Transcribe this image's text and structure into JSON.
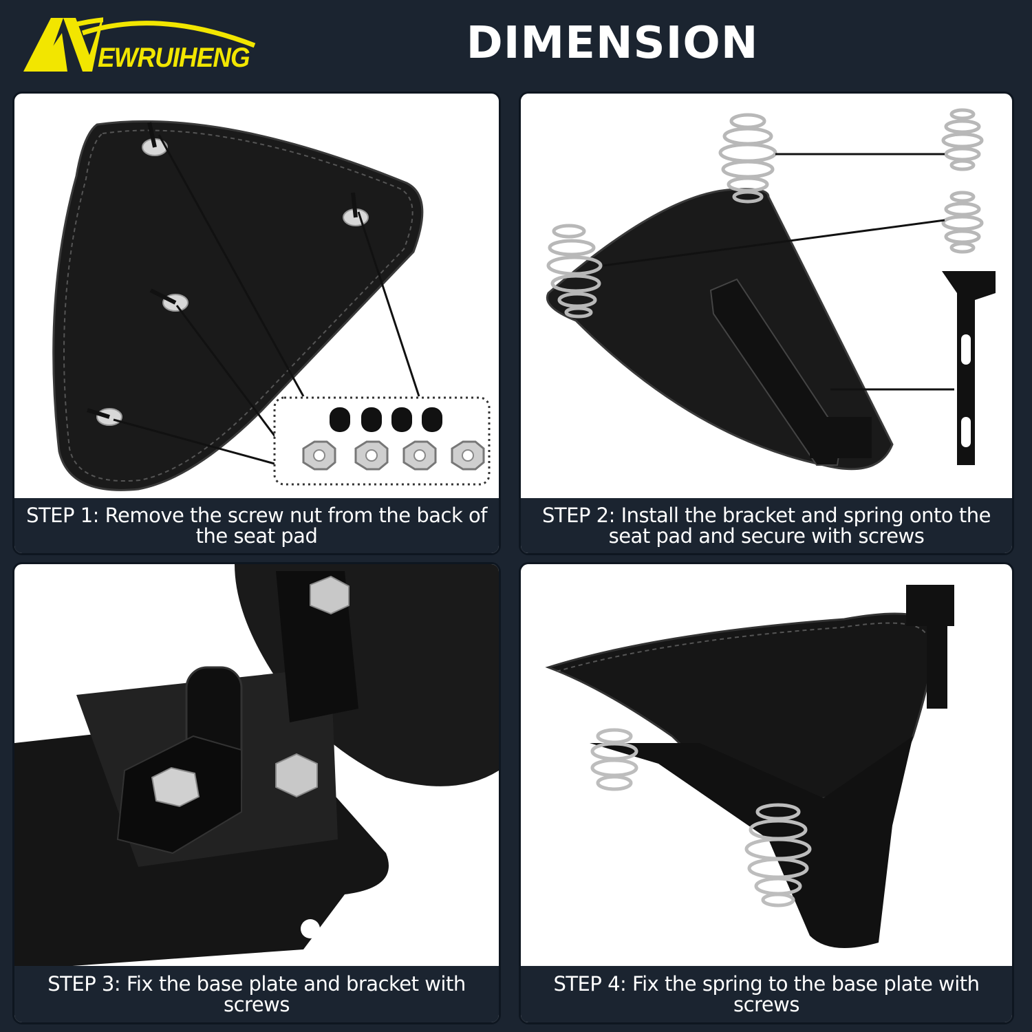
{
  "header": {
    "brand": "EWRUIHENG",
    "title": "DIMENSION"
  },
  "steps": [
    {
      "caption": "STEP 1: Remove the screw nut from the back of the seat pad"
    },
    {
      "caption": "STEP 2: Install the bracket and spring onto the seat pad and secure with screws"
    },
    {
      "caption": "STEP 3: Fix the base plate and bracket with screws"
    },
    {
      "caption": "STEP 4: Fix the spring to the base plate with screws"
    }
  ],
  "colors": {
    "background": "#1b2430",
    "brand_yellow": "#f2e600",
    "panel": "#ffffff"
  }
}
